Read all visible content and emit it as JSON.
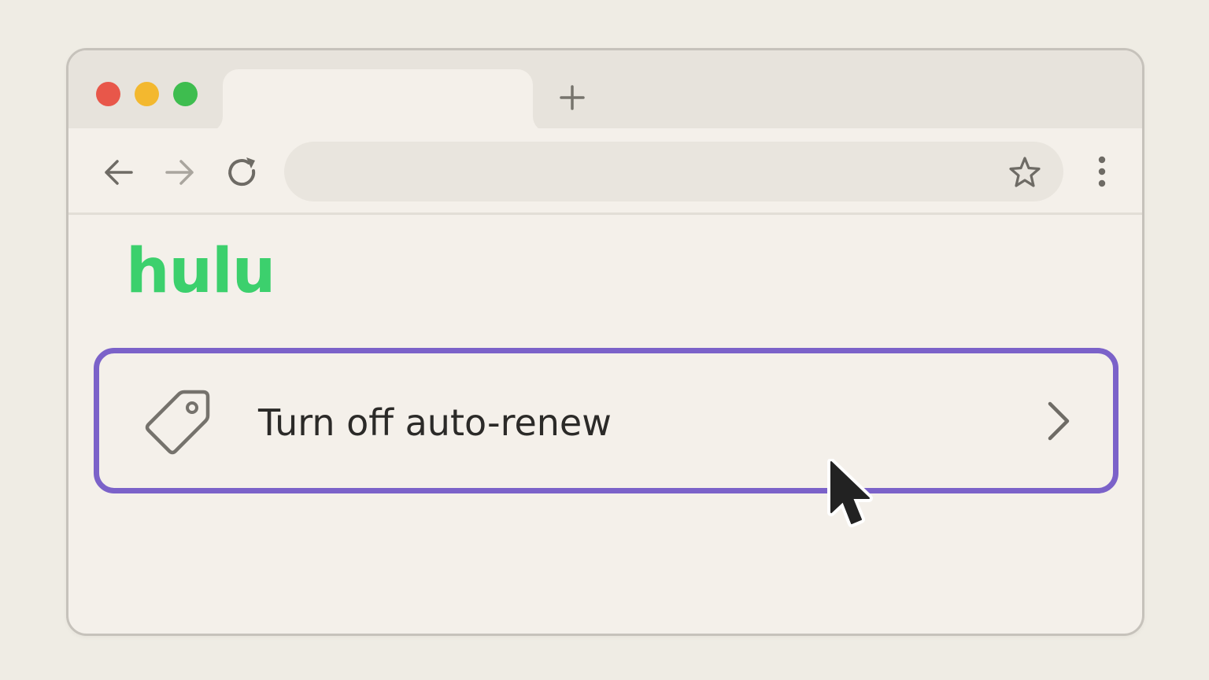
{
  "browser": {
    "traffic_lights": [
      {
        "name": "close",
        "color": "#e8574a"
      },
      {
        "name": "minimize",
        "color": "#f3b82f"
      },
      {
        "name": "maximize",
        "color": "#3ebd4f"
      }
    ],
    "new_tab_icon": "plus-icon",
    "nav": {
      "back_icon": "arrow-left-icon",
      "forward_icon": "arrow-right-icon",
      "reload_icon": "reload-icon"
    },
    "address_bar": {
      "value": "",
      "bookmark_icon": "star-icon"
    },
    "menu_icon": "kebab-menu-icon"
  },
  "page": {
    "logo_text": "hulu",
    "logo_color": "#3cd06d",
    "option": {
      "label": "Turn off auto-renew",
      "icon": "tag-icon",
      "chevron_icon": "chevron-right-icon",
      "border_color": "#7b62c9",
      "selected": true
    }
  },
  "cursor_icon": "mouse-pointer-icon"
}
